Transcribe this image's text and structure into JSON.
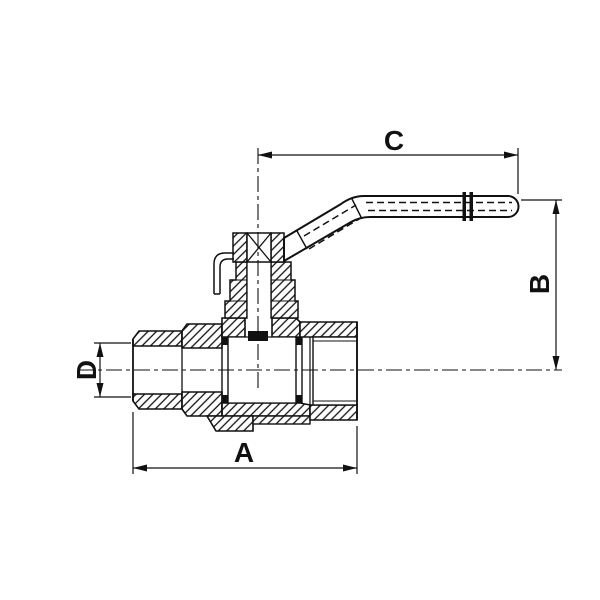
{
  "diagram": {
    "type": "technical-engineering-drawing",
    "subject": "ball valve cross-section with bent lever handle",
    "background_color": "#ffffff",
    "line_color": "#111111",
    "dimensions": {
      "top": {
        "label": "C"
      },
      "right": {
        "label": "B"
      },
      "bottom": {
        "label": "A"
      },
      "left": {
        "label": "D"
      }
    },
    "parts": [
      "lever-handle",
      "handle-grip-collar",
      "stem-nut",
      "valve-stem",
      "packing-gland",
      "side-bracket",
      "valve-body",
      "male-threaded-end",
      "female-threaded-socket",
      "ball-bore",
      "bottom-boss"
    ]
  }
}
